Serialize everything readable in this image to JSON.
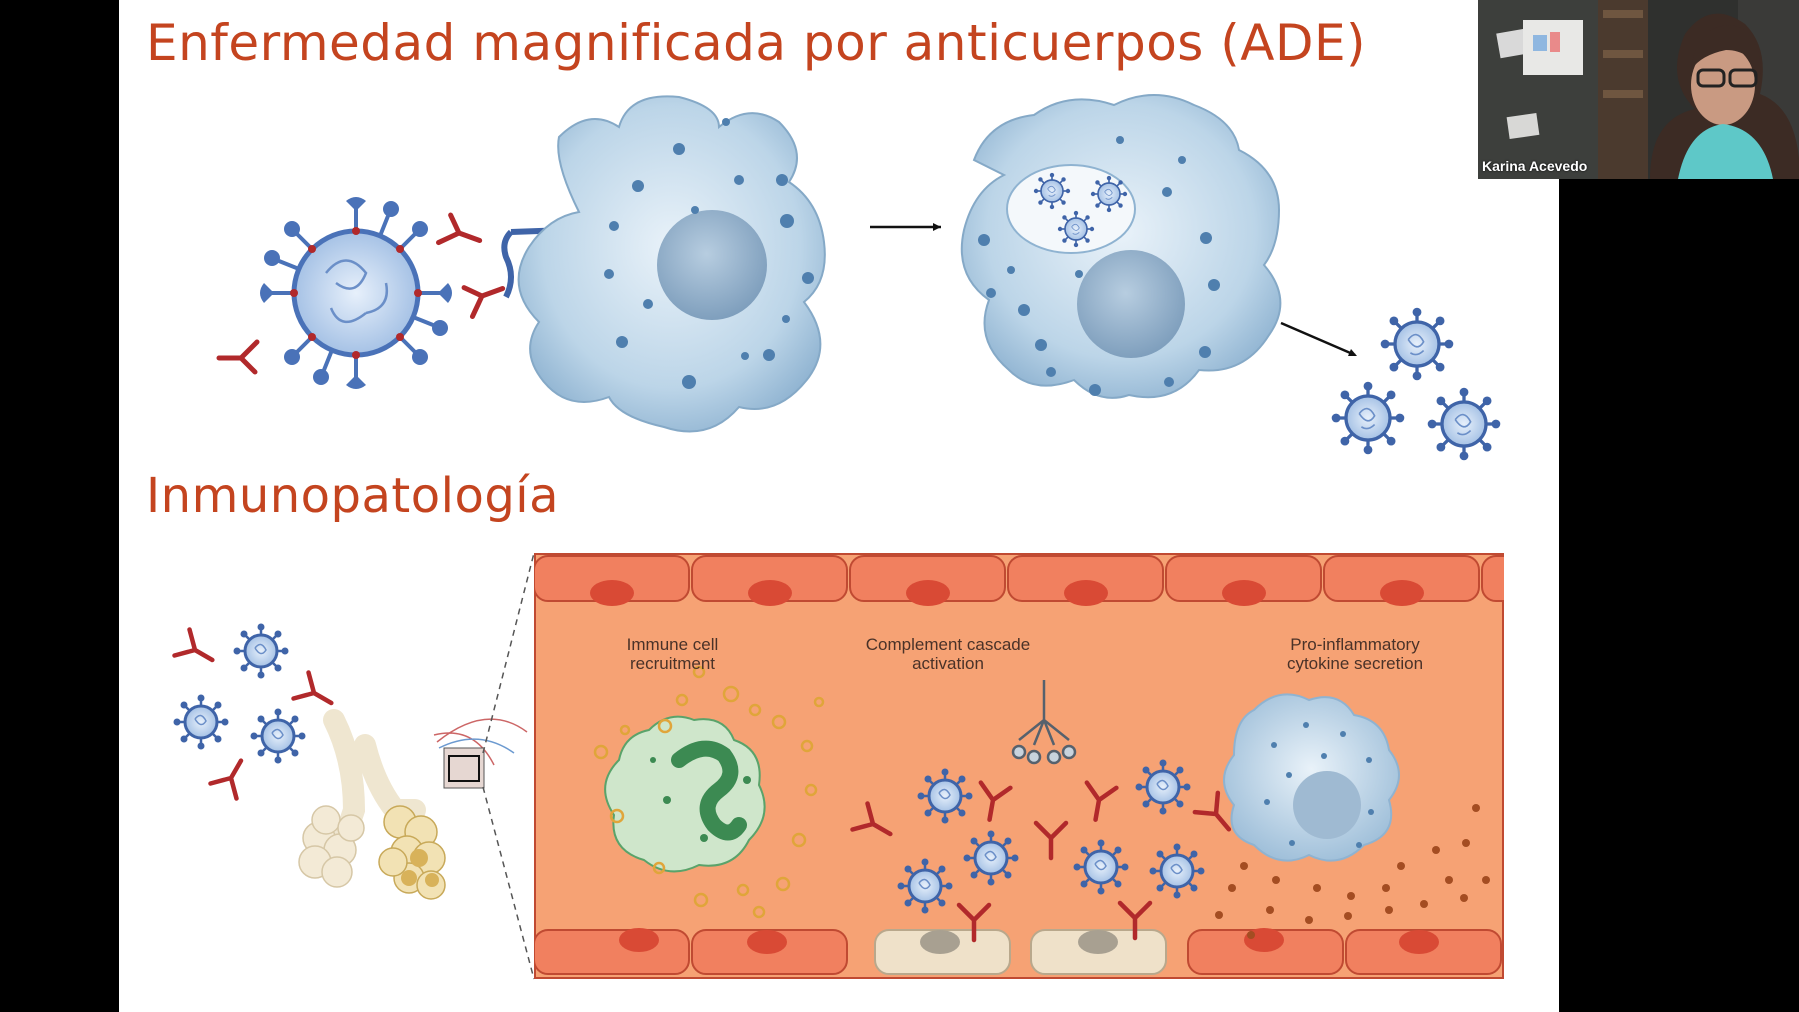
{
  "slide": {
    "title_ade": "Enfermedad magnificada por anticuerpos (ADE)",
    "title_immuno": "Inmunopatología",
    "labels": {
      "immune_cell": "Immune cell recruitment",
      "complement": "Complement cascade activation",
      "cytokine": "Pro-inflammatory cytokine secretion"
    }
  },
  "video": {
    "participant_name": "Karina Acevedo"
  },
  "colors": {
    "title": "#c4441f",
    "virus": "#4a72b8",
    "antibody": "#b1292b",
    "cell": "#b8d2e6",
    "vessel": "#f5a07a"
  }
}
